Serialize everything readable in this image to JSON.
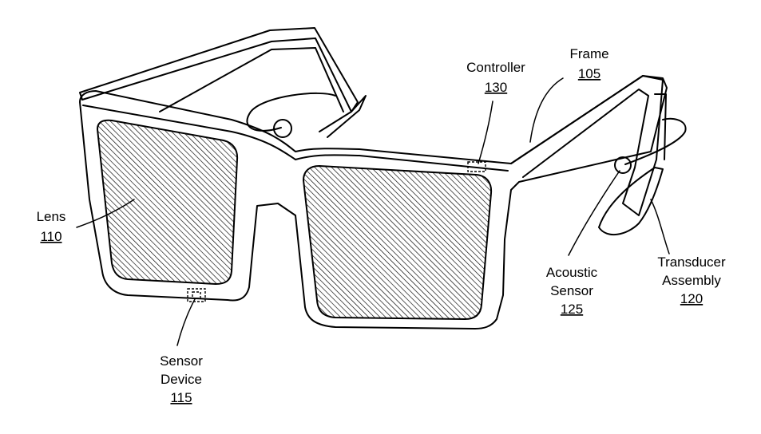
{
  "labels": {
    "controller": {
      "name": "Controller",
      "ref": "130"
    },
    "frame": {
      "name": "Frame",
      "ref": "105"
    },
    "lens": {
      "name": "Lens",
      "ref": "110"
    },
    "sensor_device": {
      "line1": "Sensor",
      "line2": "Device",
      "ref": "115"
    },
    "acoustic_sensor": {
      "line1": "Acoustic",
      "line2": "Sensor",
      "ref": "125"
    },
    "transducer_assembly": {
      "line1": "Transducer",
      "line2": "Assembly",
      "ref": "120"
    }
  }
}
